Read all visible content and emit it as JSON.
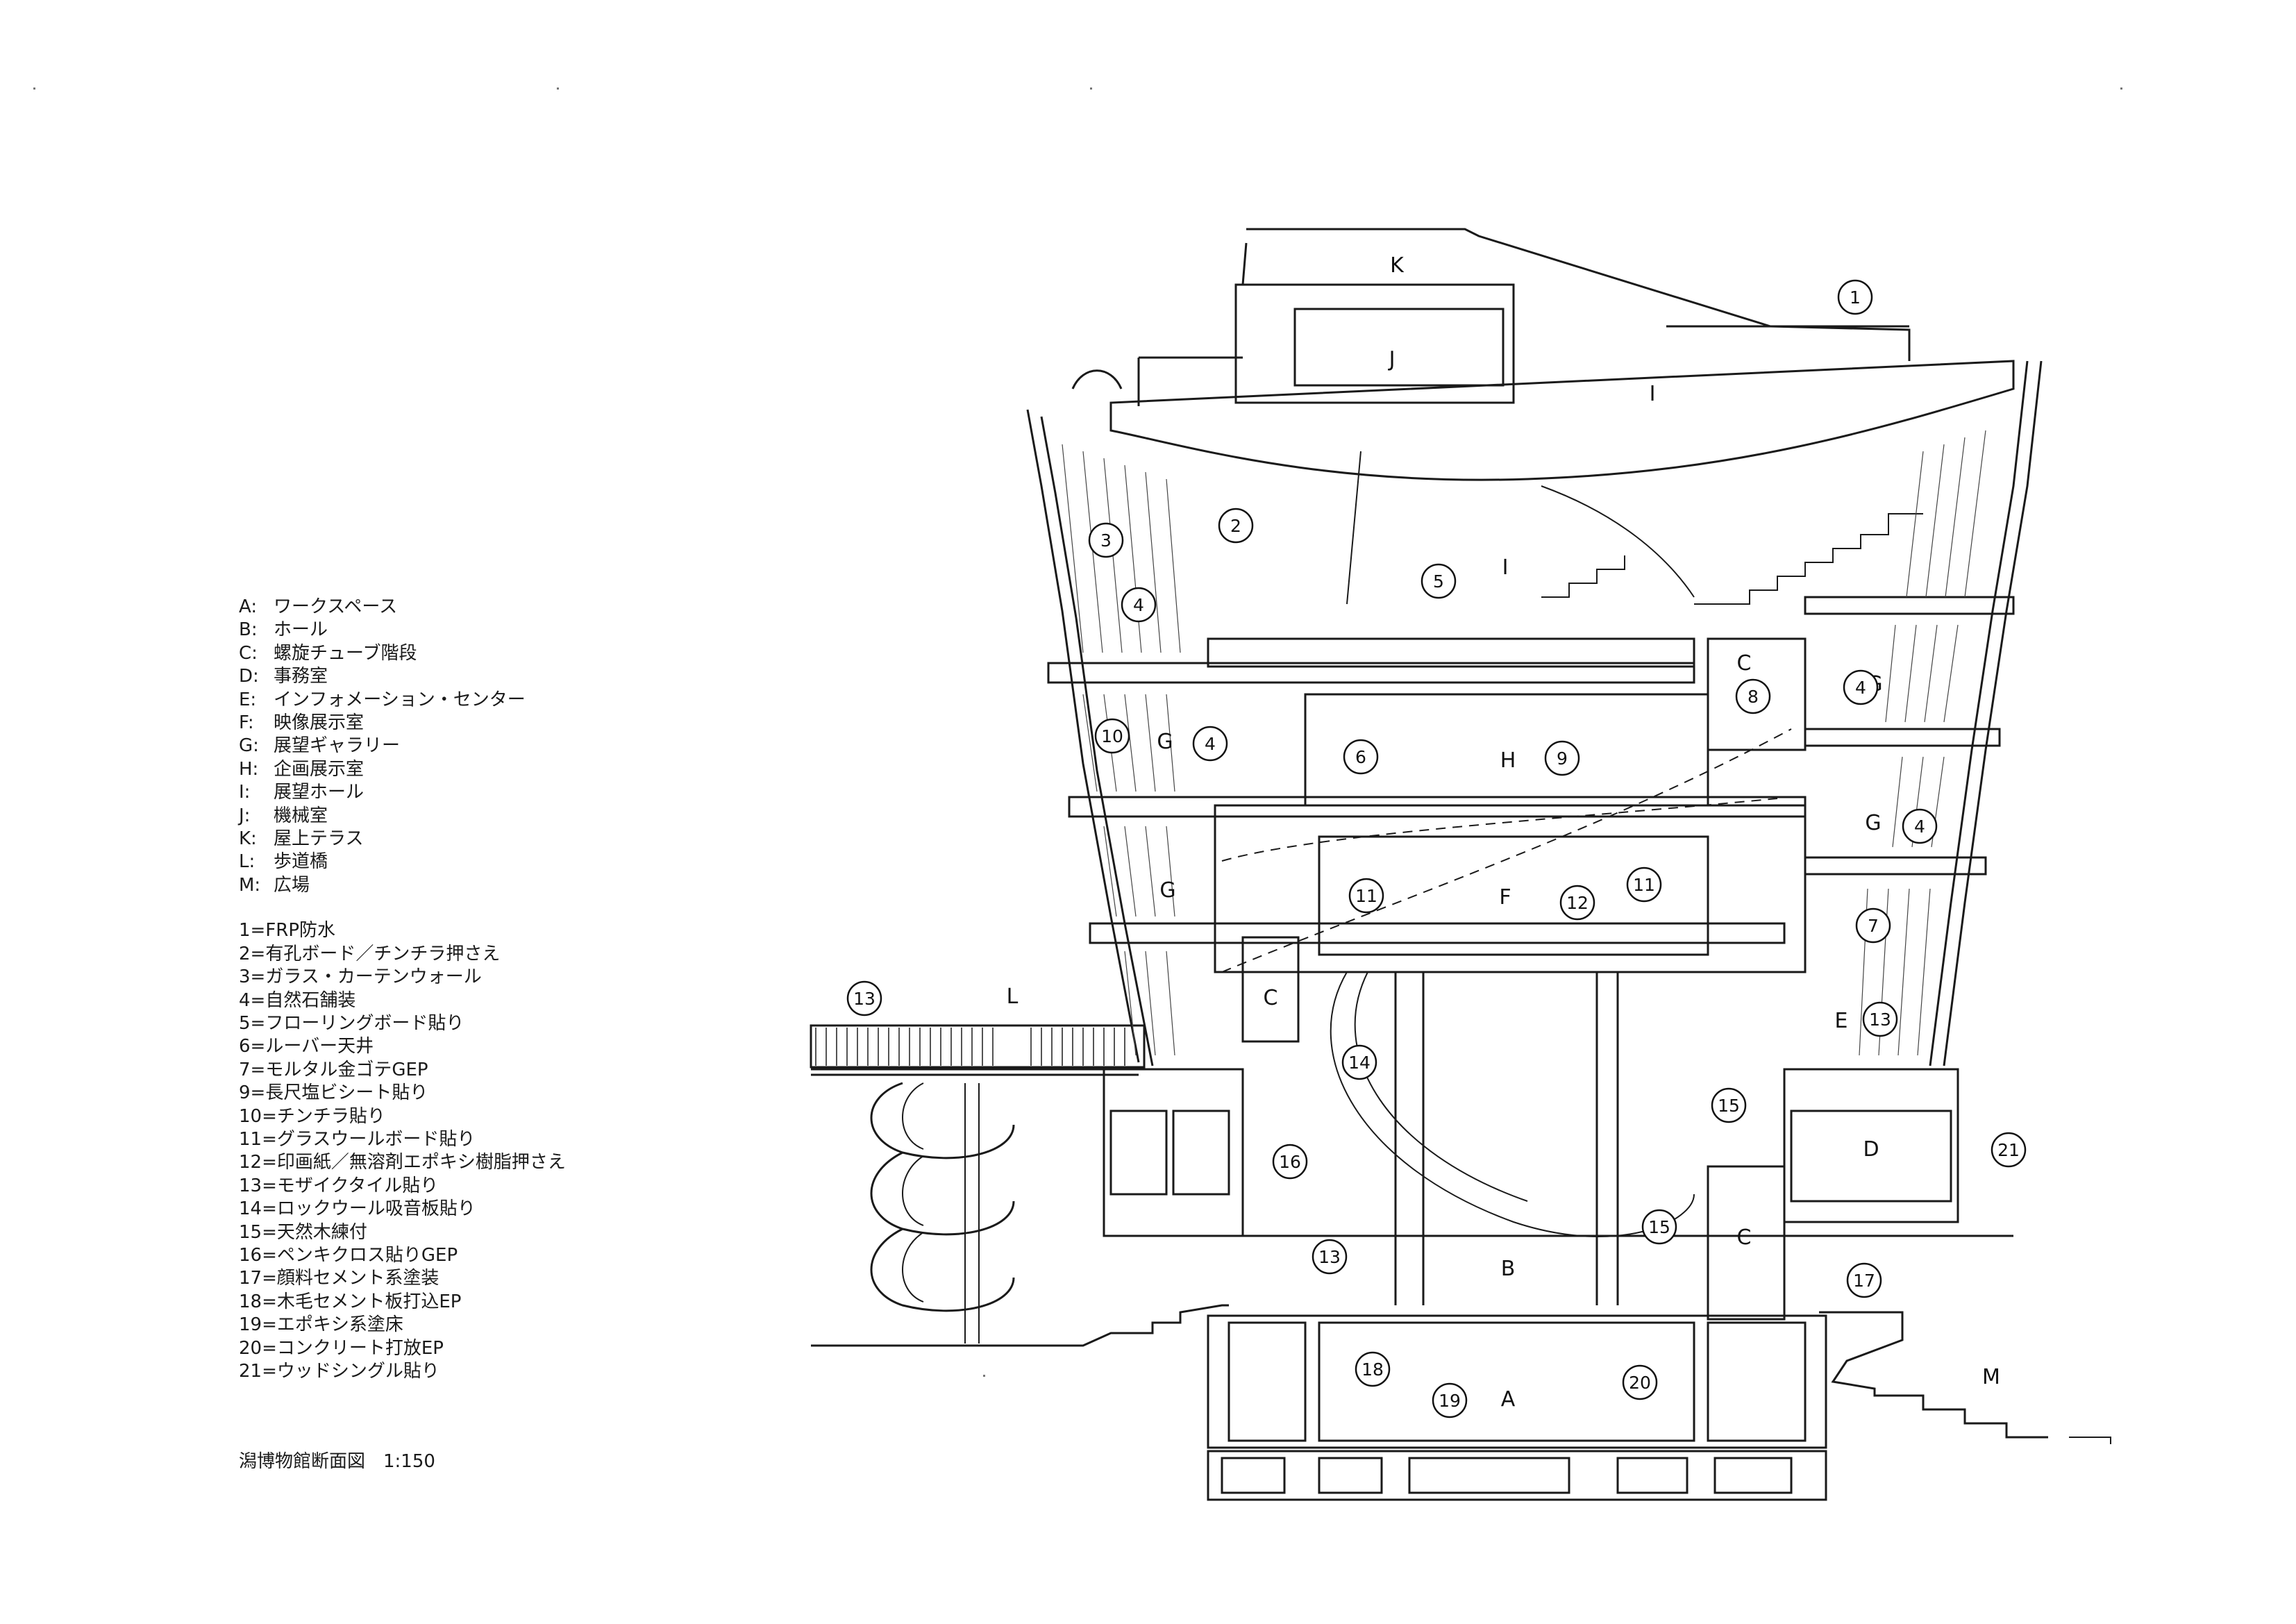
{
  "rooms": [
    {
      "code": "A:",
      "name": "ワークスペース"
    },
    {
      "code": "B:",
      "name": "ホール"
    },
    {
      "code": "C:",
      "name": "螺旋チューブ階段"
    },
    {
      "code": "D:",
      "name": "事務室"
    },
    {
      "code": "E:",
      "name": "インフォメーション・センター"
    },
    {
      "code": "F:",
      "name": "映像展示室"
    },
    {
      "code": "G:",
      "name": "展望ギャラリー"
    },
    {
      "code": "H:",
      "name": "企画展示室"
    },
    {
      "code": "I:",
      "name": "展望ホール"
    },
    {
      "code": "J:",
      "name": "機械室"
    },
    {
      "code": "K:",
      "name": "屋上テラス"
    },
    {
      "code": "L:",
      "name": "歩道橋"
    },
    {
      "code": "M:",
      "name": "広場"
    }
  ],
  "materials": [
    "1=FRP防水",
    "2=有孔ボード／チンチラ押さえ",
    "3=ガラス・カーテンウォール",
    "4=自然石舗装",
    "5=フローリングボード貼り",
    "6=ルーバー天井",
    "7=モルタル金ゴテGEP",
    "9=長尺塩ビシート貼り",
    "10=チンチラ貼り",
    "11=グラスウールボード貼り",
    "12=印画紙／無溶剤エポキシ樹脂押さえ",
    "13=モザイクタイル貼り",
    "14=ロックウール吸音板貼り",
    "15=天然木練付",
    "16=ペンキクロス貼りGEP",
    "17=顔料セメント系塗装",
    "18=木毛セメント板打込EP",
    "19=エポキシ系塗床",
    "20=コンクリート打放EP",
    "21=ウッドシングル貼り"
  ],
  "caption": "潟博物館断面図　1:150",
  "room_labels": [
    "K",
    "J",
    "I",
    "I",
    "C",
    "G",
    "G",
    "H",
    "F",
    "G",
    "G",
    "C",
    "E",
    "D",
    "C",
    "B",
    "A",
    "L",
    "M"
  ],
  "callouts": [
    "1",
    "2",
    "3",
    "4",
    "5",
    "4",
    "10",
    "4",
    "6",
    "9",
    "8",
    "4",
    "11",
    "12",
    "11",
    "7",
    "13",
    "13",
    "14",
    "16",
    "15",
    "15",
    "21",
    "17",
    "13",
    "18",
    "19",
    "20"
  ]
}
